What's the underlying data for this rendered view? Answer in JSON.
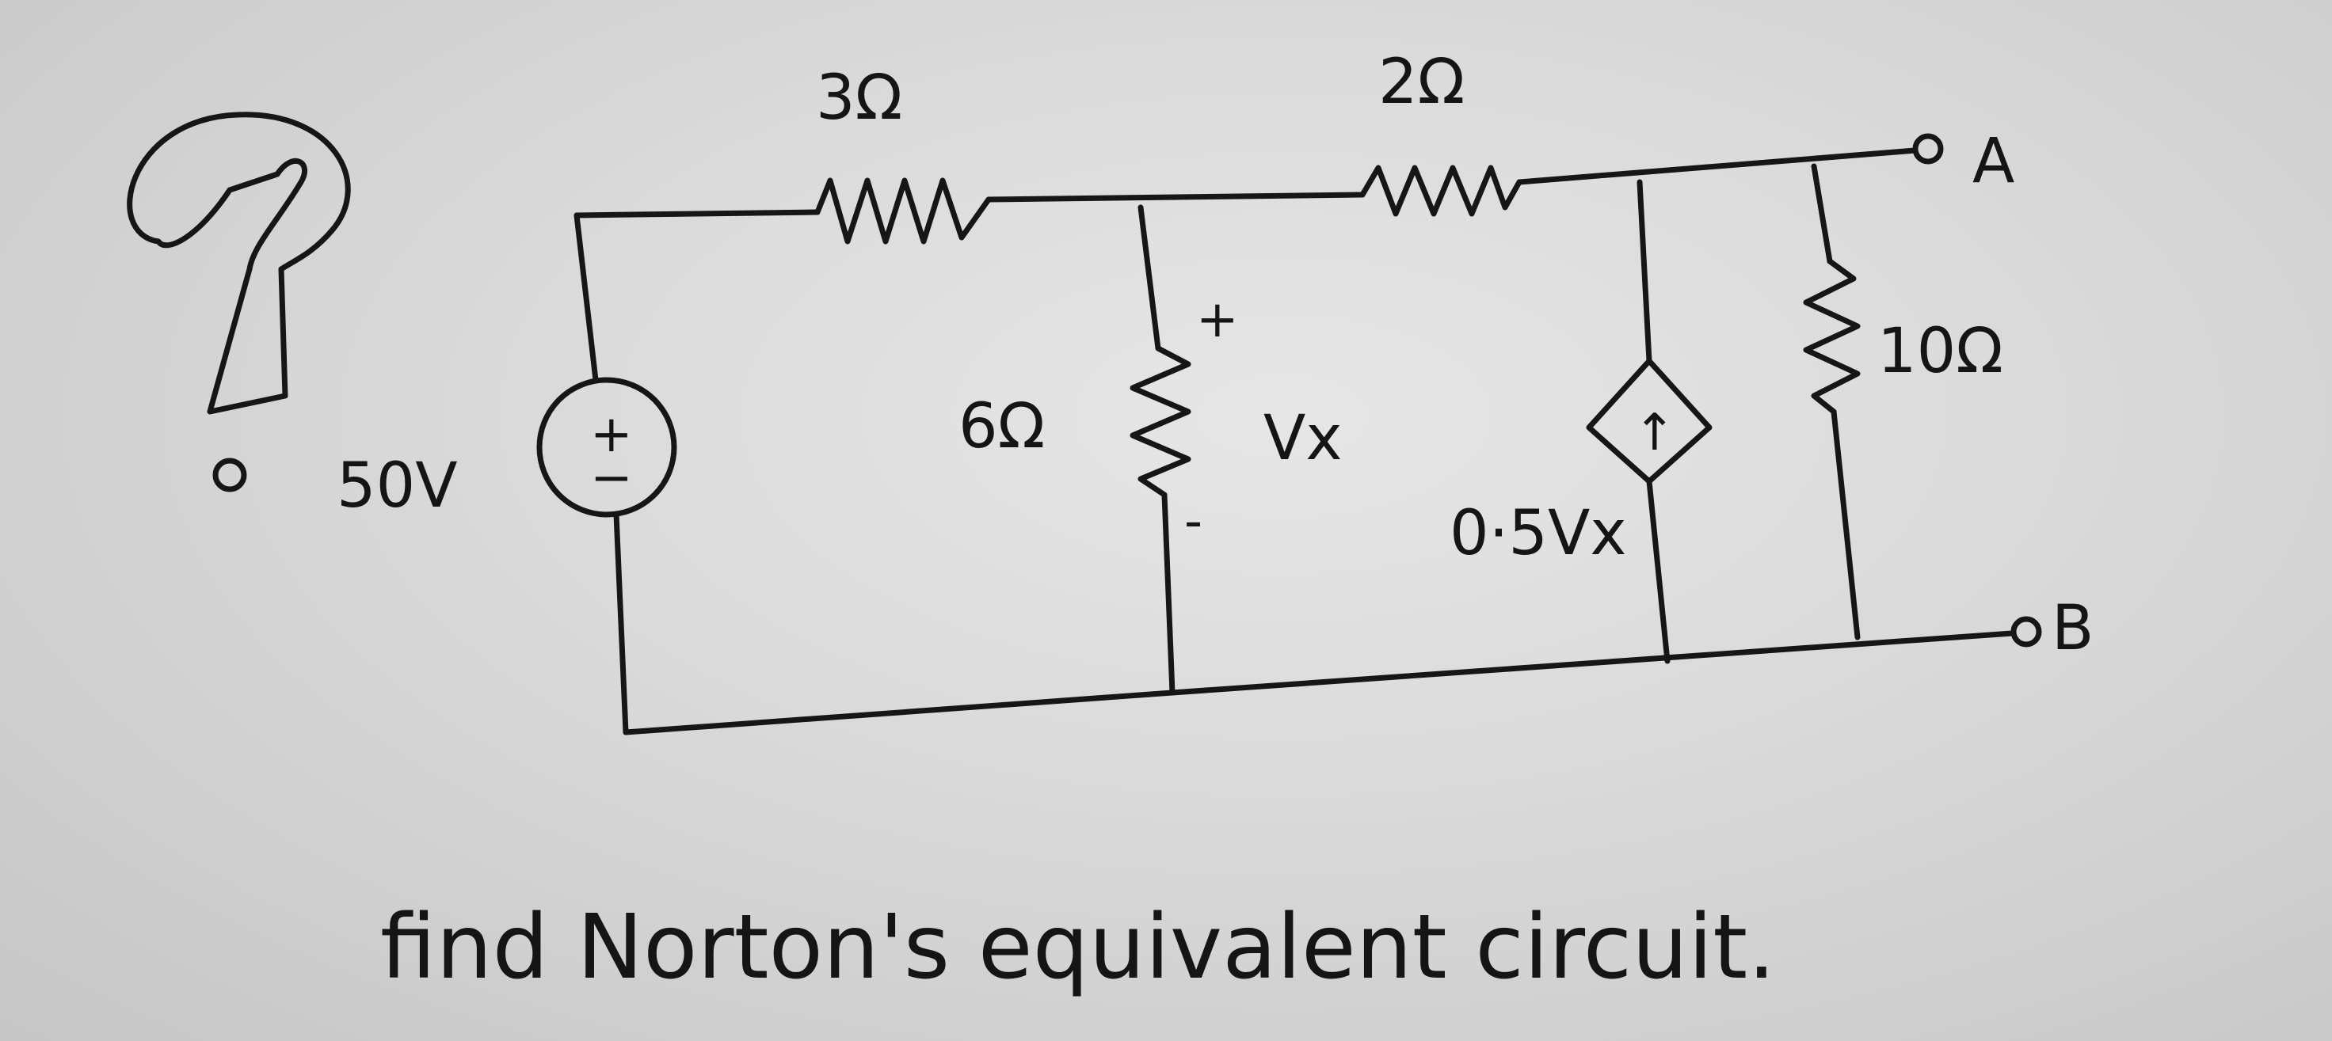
{
  "diagram": {
    "question_mark": "?",
    "source": {
      "label": "50V",
      "plus": "+",
      "minus": "−"
    },
    "resistors": {
      "r1": "3Ω",
      "r2": "2Ω",
      "r_shunt": "6Ω",
      "r_load": "10Ω"
    },
    "vx": {
      "label": "Vx",
      "plus": "+",
      "minus": "-"
    },
    "dependent_source": {
      "label": "0·5Vx",
      "arrow": "↑"
    },
    "terminals": {
      "a": "A",
      "b": "B"
    },
    "caption": "find Norton's equivalent circuit."
  }
}
